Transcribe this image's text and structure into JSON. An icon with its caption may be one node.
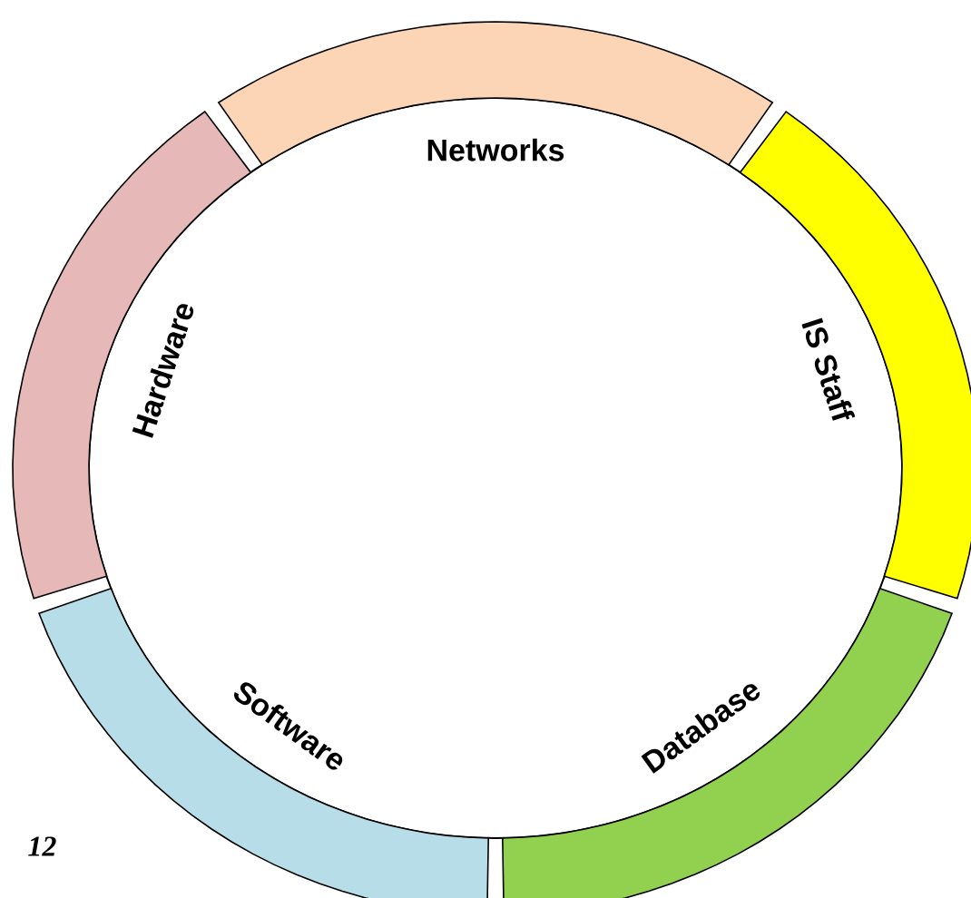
{
  "diagram": {
    "nodes": [
      {
        "text": [
          "Networks"
        ]
      },
      {
        "text": [
          "Hardware"
        ]
      },
      {
        "text": [
          "IS Staff"
        ]
      },
      {
        "text": [
          "Software"
        ]
      },
      {
        "text": [
          "Database"
        ]
      }
    ],
    "labels": [
      "12"
    ]
  }
}
